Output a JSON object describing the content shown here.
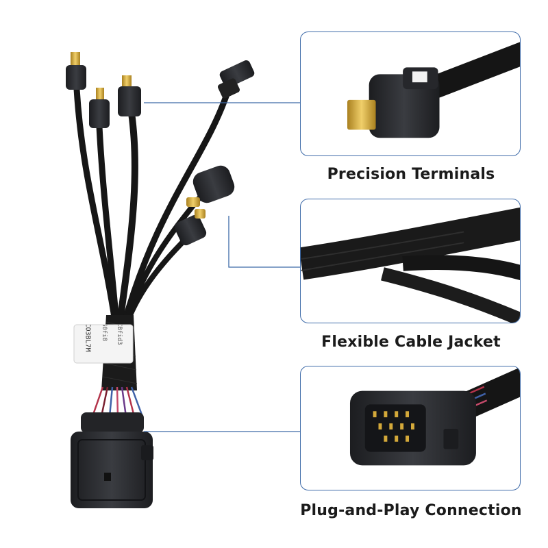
{
  "features": [
    {
      "id": "terminals",
      "caption": "Precision Terminals"
    },
    {
      "id": "jacket",
      "caption": "Flexible Cable Jacket"
    },
    {
      "id": "connector",
      "caption": "Plug-and-Play Connection"
    }
  ],
  "harness_label": {
    "line1": "CO3BL7M",
    "line2": "G0fi8",
    "line3": "CBfid3"
  },
  "colors": {
    "callout_line": "#3d6aa8",
    "cable": "#1a1a1a",
    "connector": "#2a2c30",
    "terminal_gold": "#d4a93a",
    "wire_red": "#b3334a",
    "wire_blue": "#3f61a8"
  }
}
